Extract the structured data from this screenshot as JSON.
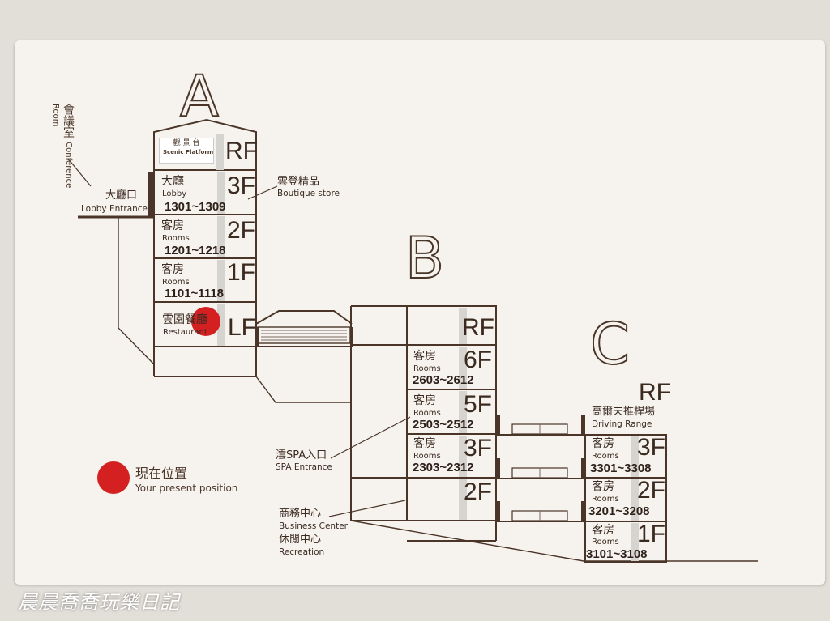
{
  "buildings": {
    "a": "A",
    "b": "B",
    "c": "C"
  },
  "conference": {
    "zh": "會議室",
    "en": "Conference Room"
  },
  "lobby_entrance": {
    "zh": "大廳口",
    "en": "Lobby Entrance"
  },
  "scenic": {
    "zh": "觀 景 台",
    "en": "Scenic Platform"
  },
  "boutique": {
    "zh": "雲登精品",
    "en": "Boutique store"
  },
  "spa": {
    "zh": "澐SPA入口",
    "en": "SPA Entrance"
  },
  "business": {
    "zh": "商務中心",
    "en": "Business Center"
  },
  "recreation": {
    "zh": "休閒中心",
    "en": "Recreation"
  },
  "driving": {
    "zh": "高爾夫推桿場",
    "en": "Driving Range"
  },
  "legend": {
    "zh": "現在位置",
    "en": "Your present position",
    "color": "#d42020"
  },
  "a_floors": {
    "rf": {
      "num": "RF"
    },
    "f3": {
      "num": "3F",
      "zh": "大廳",
      "en": "Lobby",
      "range": "1301~1309"
    },
    "f2": {
      "num": "2F",
      "zh": "客房",
      "en": "Rooms",
      "range": "1201~1218"
    },
    "f1": {
      "num": "1F",
      "zh": "客房",
      "en": "Rooms",
      "range": "1101~1118"
    },
    "lf": {
      "num": "LF",
      "zh": "雲園餐廳",
      "en": "Restaurant"
    }
  },
  "b_floors": {
    "rf": {
      "num": "RF"
    },
    "f6": {
      "num": "6F",
      "zh": "客房",
      "en": "Rooms",
      "range": "2603~2612"
    },
    "f5": {
      "num": "5F",
      "zh": "客房",
      "en": "Rooms",
      "range": "2503~2512"
    },
    "f3": {
      "num": "3F",
      "zh": "客房",
      "en": "Rooms",
      "range": "2303~2312"
    },
    "f2": {
      "num": "2F"
    }
  },
  "c_floors": {
    "rf": {
      "num": "RF"
    },
    "f3": {
      "num": "3F",
      "zh": "客房",
      "en": "Rooms",
      "range": "3301~3308"
    },
    "f2": {
      "num": "2F",
      "zh": "客房",
      "en": "Rooms",
      "range": "3201~3208"
    },
    "f1": {
      "num": "1F",
      "zh": "客房",
      "en": "Rooms",
      "range": "3101~3108"
    }
  },
  "watermark": "晨晨喬喬玩樂日記"
}
